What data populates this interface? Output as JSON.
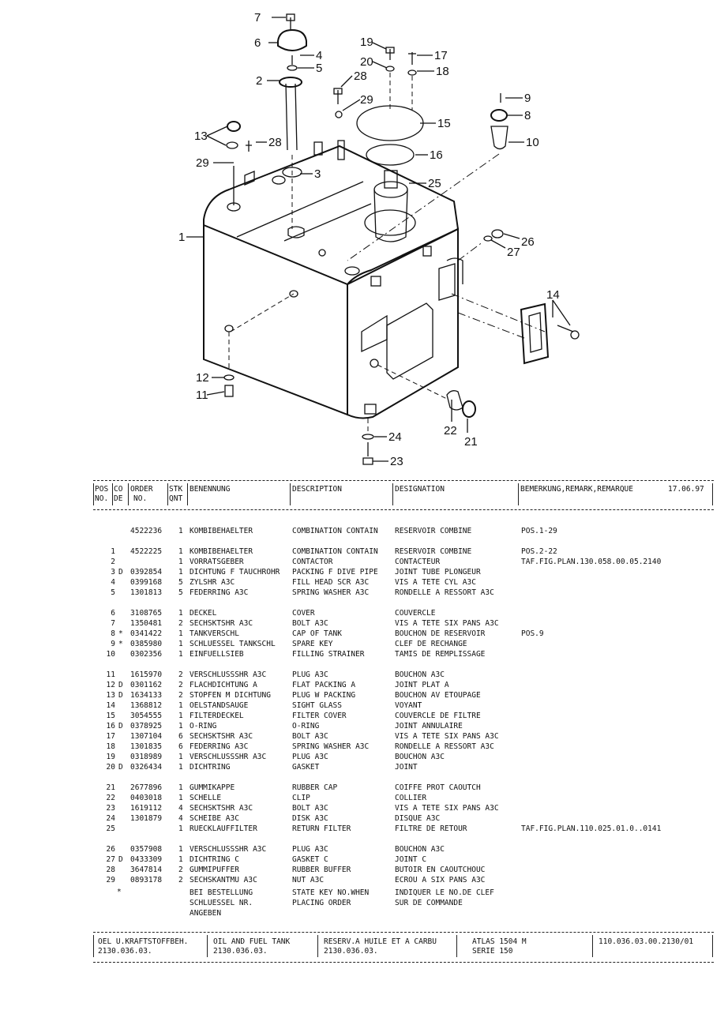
{
  "drawing": {
    "callouts": [
      "1",
      "2",
      "3",
      "4",
      "5",
      "6",
      "7",
      "8",
      "9",
      "10",
      "11",
      "12",
      "13",
      "14",
      "15",
      "16",
      "17",
      "18",
      "19",
      "20",
      "21",
      "22",
      "23",
      "24",
      "25",
      "26",
      "27",
      "28",
      "28",
      "29",
      "29"
    ]
  },
  "table_header": {
    "pos": "POS",
    "no": "NO.",
    "co": "CO",
    "de": "DE",
    "order": "ORDER",
    "order_no": "NO.",
    "stk": "STK",
    "qnt": "QNT",
    "benennung": "BENENNUNG",
    "description": "DESCRIPTION",
    "designation": "DESIGNATION",
    "remark": "BEMERKUNG,REMARK,REMARQUE",
    "date": "17.06.97"
  },
  "parts": [
    {
      "pos": "",
      "code": "",
      "order": "4522236",
      "qty": "1",
      "de": "KOMBIBEHAELTER",
      "en": "COMBINATION CONTAIN",
      "fr": "RESERVOIR COMBINE",
      "rem": "POS.1-29"
    },
    {
      "pos": "1",
      "code": "",
      "order": "4522225",
      "qty": "1",
      "de": "KOMBIBEHAELTER",
      "en": "COMBINATION CONTAIN",
      "fr": "RESERVOIR COMBINE",
      "rem": "POS.2-22"
    },
    {
      "pos": "2",
      "code": "",
      "order": "",
      "qty": "1",
      "de": "VORRATSGEBER",
      "en": "CONTACTOR",
      "fr": "CONTACTEUR",
      "rem": "TAF.FIG.PLAN.130.058.00.05.2140"
    },
    {
      "pos": "3",
      "code": "D",
      "order": "0392854",
      "qty": "1",
      "de": "DICHTUNG F TAUCHROHR",
      "en": "PACKING F DIVE PIPE",
      "fr": "JOINT TUBE PLONGEUR",
      "rem": ""
    },
    {
      "pos": "4",
      "code": "",
      "order": "0399168",
      "qty": "5",
      "de": "ZYLSHR A3C",
      "en": "FILL HEAD SCR A3C",
      "fr": "VIS A TETE CYL A3C",
      "rem": ""
    },
    {
      "pos": "5",
      "code": "",
      "order": "1301813",
      "qty": "5",
      "de": "FEDERRING A3C",
      "en": "SPRING WASHER A3C",
      "fr": "RONDELLE A RESSORT A3C",
      "rem": ""
    },
    {
      "pos": "6",
      "code": "",
      "order": "3108765",
      "qty": "1",
      "de": "DECKEL",
      "en": "COVER",
      "fr": "COUVERCLE",
      "rem": ""
    },
    {
      "pos": "7",
      "code": "",
      "order": "1350481",
      "qty": "2",
      "de": "SECHSKTSHR A3C",
      "en": "BOLT A3C",
      "fr": "VIS A TETE SIX PANS A3C",
      "rem": ""
    },
    {
      "pos": "8",
      "code": "*",
      "order": "0341422",
      "qty": "1",
      "de": "TANKVERSCHL",
      "en": "CAP OF TANK",
      "fr": "BOUCHON DE RESERVOIR",
      "rem": "POS.9"
    },
    {
      "pos": "9",
      "code": "*",
      "order": "0385980",
      "qty": "1",
      "de": "SCHLUESSEL TANKSCHL",
      "en": "SPARE KEY",
      "fr": "CLEF DE RECHANGE",
      "rem": ""
    },
    {
      "pos": "10",
      "code": "",
      "order": "0302356",
      "qty": "1",
      "de": "EINFUELLSIEB",
      "en": "FILLING STRAINER",
      "fr": "TAMIS DE REMPLISSAGE",
      "rem": ""
    },
    {
      "pos": "11",
      "code": "",
      "order": "1615970",
      "qty": "2",
      "de": "VERSCHLUSSSHR A3C",
      "en": "PLUG A3C",
      "fr": "BOUCHON A3C",
      "rem": ""
    },
    {
      "pos": "12",
      "code": "D",
      "order": "0301162",
      "qty": "2",
      "de": "FLACHDICHTUNG A",
      "en": "FLAT PACKING A",
      "fr": "JOINT PLAT A",
      "rem": ""
    },
    {
      "pos": "13",
      "code": "D",
      "order": "1634133",
      "qty": "2",
      "de": "STOPFEN M DICHTUNG",
      "en": "PLUG W PACKING",
      "fr": "BOUCHON AV ETOUPAGE",
      "rem": ""
    },
    {
      "pos": "14",
      "code": "",
      "order": "1368812",
      "qty": "1",
      "de": "OELSTANDSAUGE",
      "en": "SIGHT GLASS",
      "fr": "VOYANT",
      "rem": ""
    },
    {
      "pos": "15",
      "code": "",
      "order": "3054555",
      "qty": "1",
      "de": "FILTERDECKEL",
      "en": "FILTER COVER",
      "fr": "COUVERCLE DE FILTRE",
      "rem": ""
    },
    {
      "pos": "16",
      "code": "D",
      "order": "0378925",
      "qty": "1",
      "de": "O-RING",
      "en": "O-RING",
      "fr": "JOINT ANNULAIRE",
      "rem": ""
    },
    {
      "pos": "17",
      "code": "",
      "order": "1307104",
      "qty": "6",
      "de": "SECHSKTSHR A3C",
      "en": "BOLT A3C",
      "fr": "VIS A TETE SIX PANS A3C",
      "rem": ""
    },
    {
      "pos": "18",
      "code": "",
      "order": "1301835",
      "qty": "6",
      "de": "FEDERRING A3C",
      "en": "SPRING WASHER A3C",
      "fr": "RONDELLE A RESSORT A3C",
      "rem": ""
    },
    {
      "pos": "19",
      "code": "",
      "order": "0318989",
      "qty": "1",
      "de": "VERSCHLUSSSHR A3C",
      "en": "PLUG A3C",
      "fr": "BOUCHON A3C",
      "rem": ""
    },
    {
      "pos": "20",
      "code": "D",
      "order": "0326434",
      "qty": "1",
      "de": "DICHTRING",
      "en": "GASKET",
      "fr": "JOINT",
      "rem": ""
    },
    {
      "pos": "21",
      "code": "",
      "order": "2677896",
      "qty": "1",
      "de": "GUMMIKAPPE",
      "en": "RUBBER CAP",
      "fr": "COIFFE PROT CAOUTCH",
      "rem": ""
    },
    {
      "pos": "22",
      "code": "",
      "order": "0403018",
      "qty": "1",
      "de": "SCHELLE",
      "en": "CLIP",
      "fr": "COLLIER",
      "rem": ""
    },
    {
      "pos": "23",
      "code": "",
      "order": "1619112",
      "qty": "4",
      "de": "SECHSKTSHR A3C",
      "en": "BOLT A3C",
      "fr": "VIS A TETE SIX PANS A3C",
      "rem": ""
    },
    {
      "pos": "24",
      "code": "",
      "order": "1301879",
      "qty": "4",
      "de": "SCHEIBE A3C",
      "en": "DISK A3C",
      "fr": "DISQUE A3C",
      "rem": ""
    },
    {
      "pos": "25",
      "code": "",
      "order": "",
      "qty": "1",
      "de": "RUECKLAUFFILTER",
      "en": "RETURN FILTER",
      "fr": "FILTRE DE RETOUR",
      "rem": "TAF.FIG.PLAN.110.025.01.0..0141"
    },
    {
      "pos": "26",
      "code": "",
      "order": "0357908",
      "qty": "1",
      "de": "VERSCHLUSSSHR A3C",
      "en": "PLUG A3C",
      "fr": "BOUCHON A3C",
      "rem": ""
    },
    {
      "pos": "27",
      "code": "D",
      "order": "0433309",
      "qty": "1",
      "de": "DICHTRING C",
      "en": "GASKET C",
      "fr": "JOINT C",
      "rem": ""
    },
    {
      "pos": "28",
      "code": "",
      "order": "3647814",
      "qty": "2",
      "de": "GUMMIPUFFER",
      "en": "RUBBER BUFFER",
      "fr": "BUTOIR EN CAOUTCHOUC",
      "rem": ""
    },
    {
      "pos": "29",
      "code": "",
      "order": "0893178",
      "qty": "2",
      "de": "SECHSKANTMU A3C",
      "en": "NUT A3C",
      "fr": "ECROU A SIX PANS A3C",
      "rem": ""
    }
  ],
  "note": {
    "marker": "*",
    "de": [
      "BEI BESTELLUNG",
      "SCHLUESSEL NR.",
      "ANGEBEN"
    ],
    "en": [
      "STATE KEY NO.WHEN",
      "PLACING ORDER"
    ],
    "fr": [
      "INDIQUER LE NO.DE CLEF",
      "SUR DE COMMANDE"
    ]
  },
  "footer": {
    "de_title": "OEL U.KRAFTSTOFFBEH.",
    "de_code": "2130.036.03.",
    "en_title": "OIL AND FUEL TANK",
    "en_code": "2130.036.03.",
    "fr_title": "RESERV.A HUILE ET A CARBU",
    "fr_code": "2130.036.03.",
    "model": "ATLAS 1504 M",
    "series": "SERIE 150",
    "doc_no": "110.036.03.00.2130/01"
  }
}
